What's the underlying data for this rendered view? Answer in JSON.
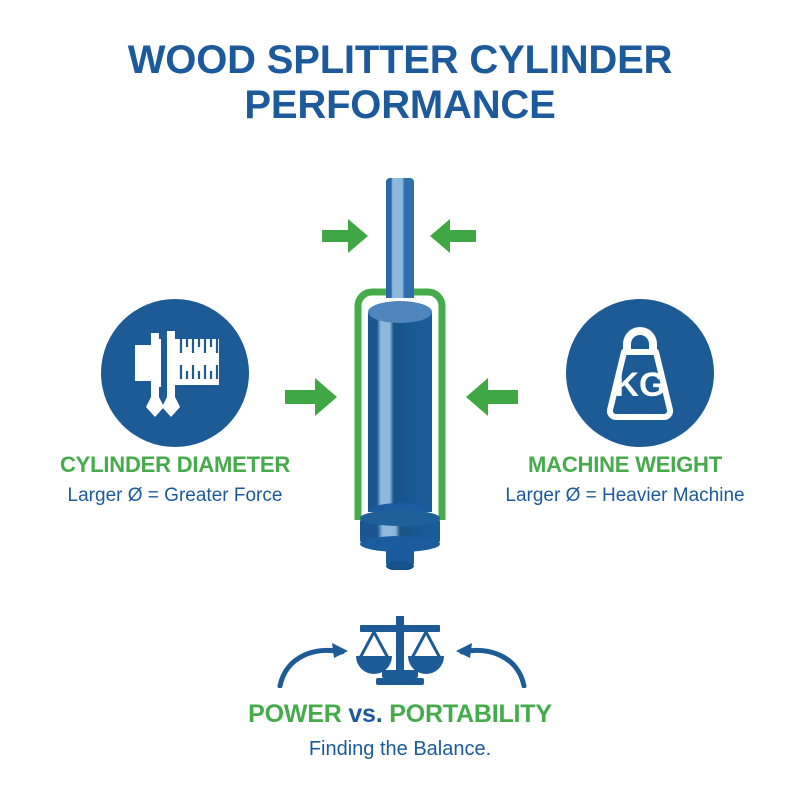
{
  "title": {
    "line1": "WOOD SPLITTER CYLINDER",
    "line2": "PERFORMANCE"
  },
  "left_panel": {
    "icon": "caliper-icon",
    "heading": "CYLINDER DIAMETER",
    "subtext": "Larger Ø = Greater Force"
  },
  "right_panel": {
    "icon": "weight-kg-icon",
    "icon_text": "KG",
    "heading": "MACHINE WEIGHT",
    "subtext": "Larger Ø = Heavier Machine"
  },
  "center": {
    "icon": "hydraulic-cylinder-illustration",
    "arrows": [
      {
        "name": "arrow-top-left",
        "direction": "right"
      },
      {
        "name": "arrow-top-right",
        "direction": "left"
      },
      {
        "name": "arrow-mid-left",
        "direction": "right"
      },
      {
        "name": "arrow-mid-right",
        "direction": "left"
      }
    ]
  },
  "bottom_panel": {
    "icon": "balance-scale-icon",
    "heading_part1": "POWER ",
    "heading_vs": "vs.",
    "heading_part2": " PORTABILITY",
    "subtext": "Finding the Balance."
  },
  "colors": {
    "brand_blue": "#1c5a9c",
    "circle_blue": "#1d5b96",
    "accent_green": "#46ab4a",
    "arrow_green": "#3fa845",
    "cylinder_dark": "#1a5c9e",
    "cylinder_light": "#7ba7d4",
    "background": "#ffffff"
  }
}
